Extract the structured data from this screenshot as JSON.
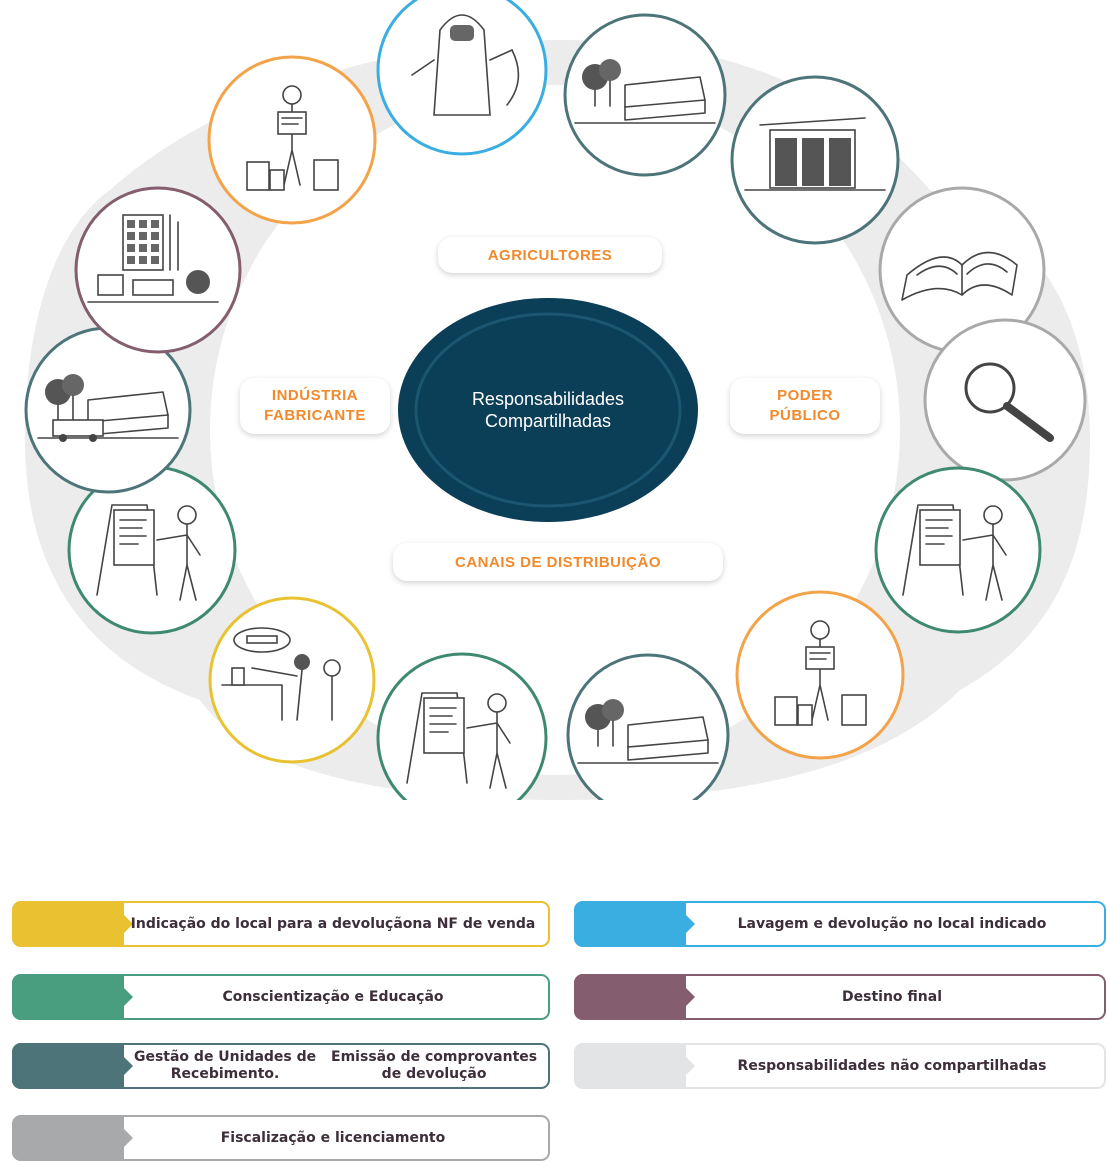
{
  "center": {
    "line1": "Responsabilidades",
    "line2": "Compartilhadas"
  },
  "actors": {
    "agricultores": "AGRICULTORES",
    "industria_line1": "INDÚSTRIA",
    "industria_line2": "FABRICANTE",
    "poder_line1": "PODER",
    "poder_line2": "PÚBLICO",
    "canais": "CANAIS DE DISTRIBUIÇÃO"
  },
  "colors": {
    "yellow": "#e8c230",
    "blue": "#3aaee0",
    "green": "#4a9e80",
    "purple": "#845d6e",
    "teal": "#4d7478",
    "light": "#e3e4e5",
    "gray": "#a8a9ab",
    "orange": "#f3a34a",
    "dark_green": "#3f8a6f",
    "center_fill": "#0b3e57",
    "orange_text": "#f08a2c"
  },
  "illustrations": [
    {
      "name": "farmer-with-containers-icon",
      "color": "orange"
    },
    {
      "name": "protective-suit-washing-icon",
      "color": "blue"
    },
    {
      "name": "warehouse-with-trees-icon",
      "color": "teal"
    },
    {
      "name": "storage-shed-icon",
      "color": "teal"
    },
    {
      "name": "open-book-icon",
      "color": "gray"
    },
    {
      "name": "magnifying-glass-icon",
      "color": "gray"
    },
    {
      "name": "presenter-board-icon",
      "color": "dark_green"
    },
    {
      "name": "farmer-with-containers-icon",
      "color": "orange"
    },
    {
      "name": "warehouse-with-trees-icon",
      "color": "teal"
    },
    {
      "name": "presenter-board-icon",
      "color": "dark_green"
    },
    {
      "name": "store-counter-dialog-icon",
      "color": "yellow"
    },
    {
      "name": "presenter-board-icon",
      "color": "dark_green"
    },
    {
      "name": "warehouse-with-truck-icon",
      "color": "teal"
    },
    {
      "name": "factory-incineration-icon",
      "color": "purple"
    }
  ],
  "legend": [
    {
      "color": "yellow",
      "line1": "Indicação do local para a devolução",
      "line2": "na NF de venda"
    },
    {
      "color": "blue",
      "line1": "Lavagem e devolução no local indicado",
      "line2": ""
    },
    {
      "color": "green",
      "line1": "Conscientização e Educação",
      "line2": ""
    },
    {
      "color": "purple",
      "line1": "Destino final",
      "line2": ""
    },
    {
      "color": "teal",
      "line1": "Gestão de Unidades de Recebimento.",
      "line2": "Emissão de comprovantes de devolução"
    },
    {
      "color": "light",
      "line1": "Responsabilidades não compartilhadas",
      "line2": ""
    },
    {
      "color": "gray",
      "line1": "Fiscalização e licenciamento",
      "line2": ""
    }
  ]
}
